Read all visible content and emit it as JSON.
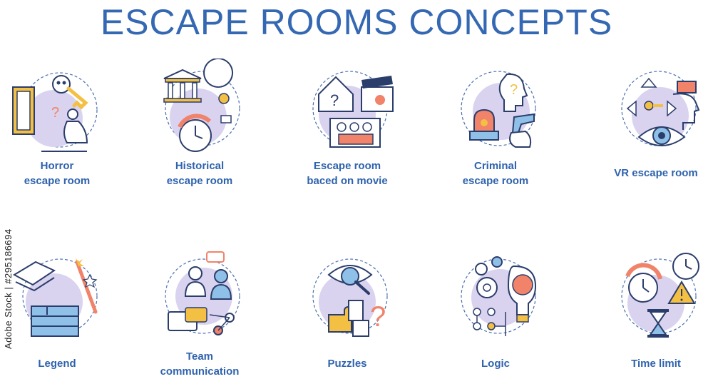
{
  "title": "ESCAPE ROOMS CONCEPTS",
  "stock_id": "Adobe Stock | #295186694",
  "colors": {
    "title": "#3568b2",
    "label": "#2f63ad",
    "circle": "#d9d3ef",
    "accent_orange": "#f0836a",
    "accent_yellow": "#f4c043",
    "accent_blue": "#8fc1e8"
  },
  "row1": [
    {
      "label": "Horror\nescape room",
      "icon": "horror-icon"
    },
    {
      "label": "Historical\nescape room",
      "icon": "historical-icon"
    },
    {
      "label": "Escape room\nbaced on movie",
      "icon": "movie-icon"
    },
    {
      "label": "Criminal\nescape room",
      "icon": "criminal-icon"
    },
    {
      "label": "VR escape room",
      "icon": "vr-icon"
    }
  ],
  "row2": [
    {
      "label": "Legend",
      "icon": "legend-icon"
    },
    {
      "label": "Team\ncommunication",
      "icon": "team-communication-icon"
    },
    {
      "label": "Puzzles",
      "icon": "puzzles-icon"
    },
    {
      "label": "Logic",
      "icon": "logic-icon"
    },
    {
      "label": "Time limit",
      "icon": "time-limit-icon"
    }
  ]
}
